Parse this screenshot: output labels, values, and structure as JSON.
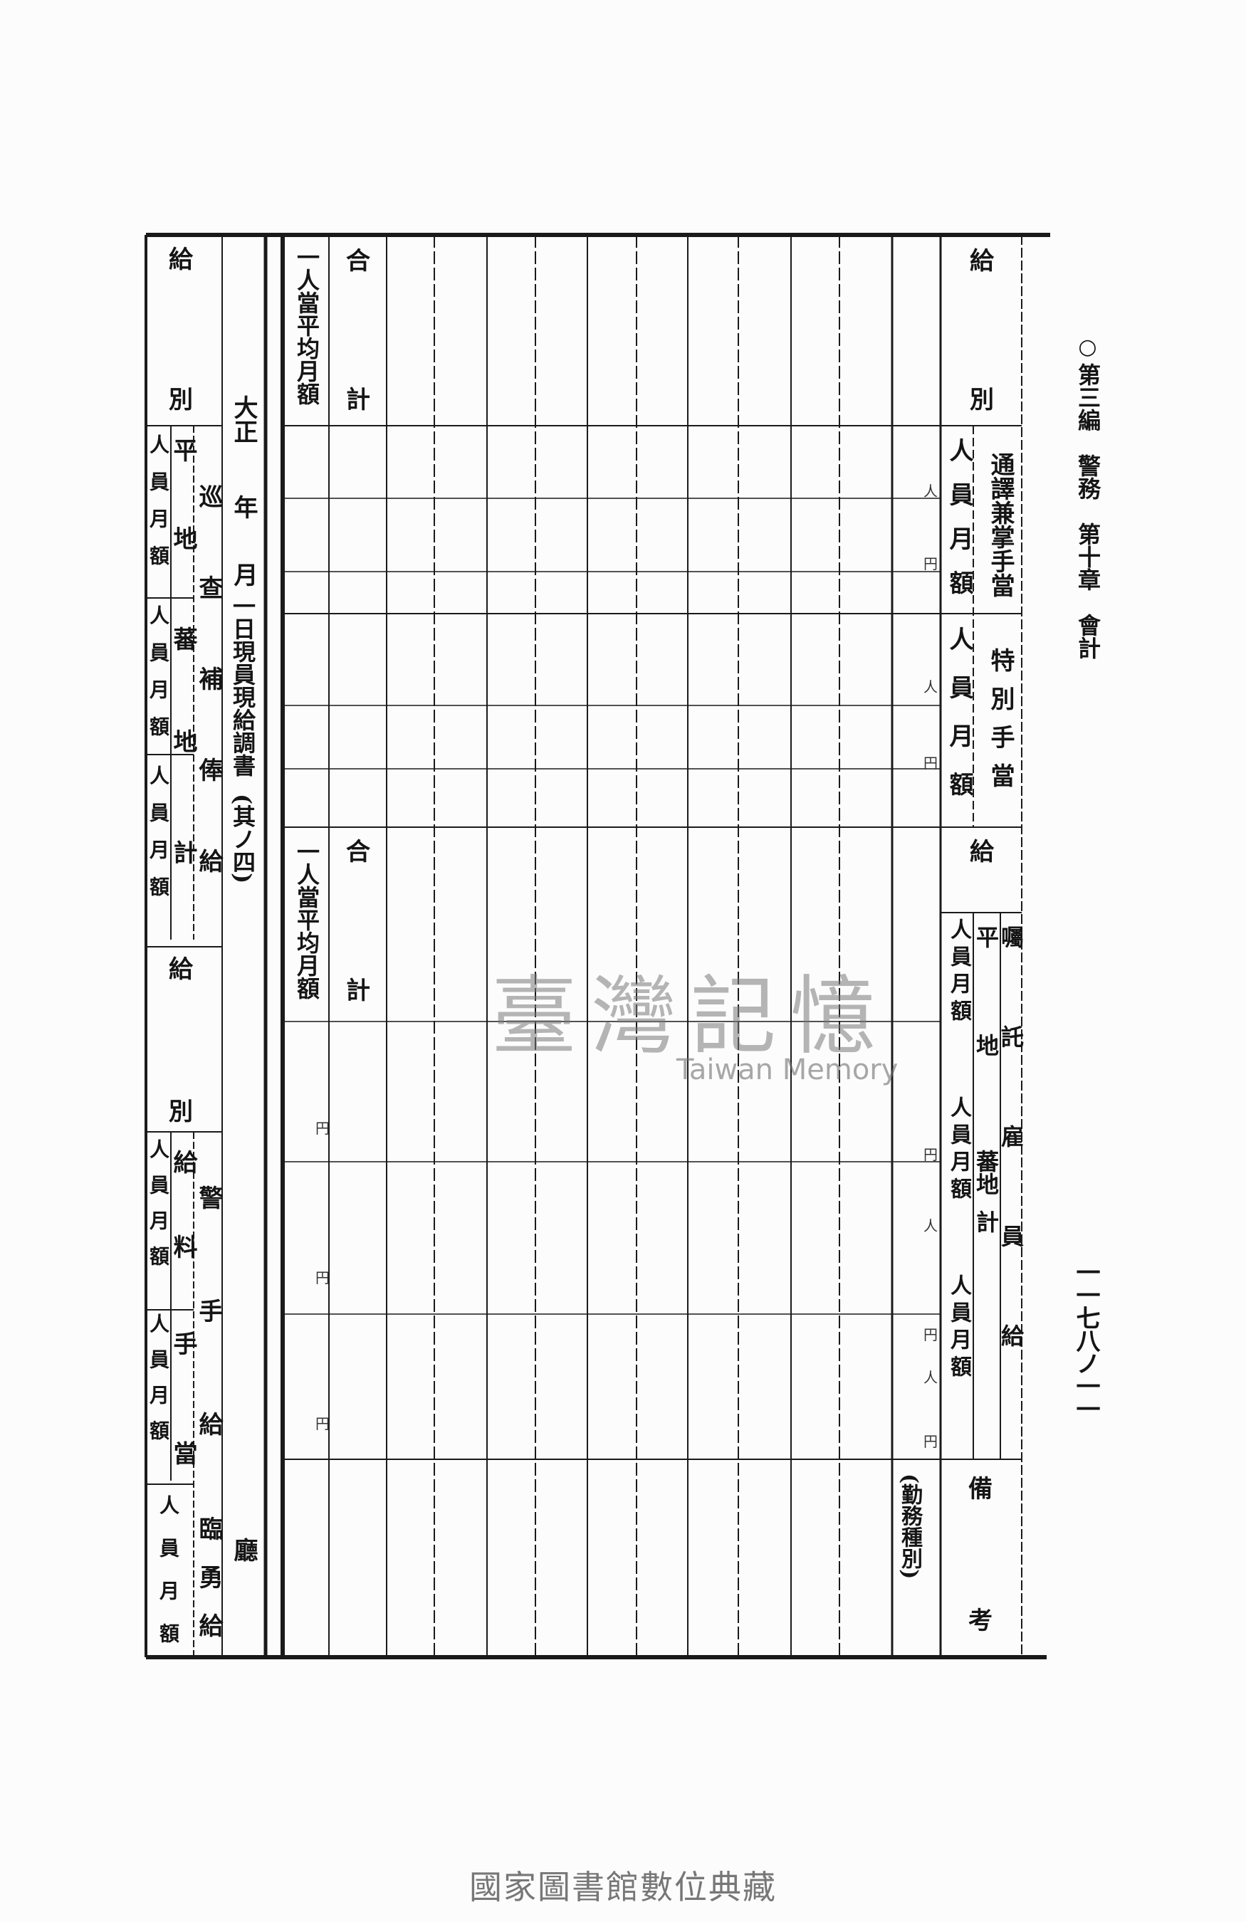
{
  "header": {
    "mark": "○",
    "chapter": "第三編　警務　第十章　會計",
    "page_number": "一一七八ノ一一"
  },
  "left_block": {
    "title": {
      "era": "大正",
      "year": "年",
      "month": "月",
      "date_text": "一日現員現給調書",
      "part": "(其ノ四)",
      "office": "廳"
    },
    "section1": {
      "kyu": "給",
      "betsu": "別",
      "category": "巡查補俸給",
      "rows": [
        "平地",
        "蕃地",
        "計"
      ],
      "cell": "人員月額"
    },
    "section2": {
      "kyu": "給",
      "betsu": "別",
      "category": "警手給",
      "rows": [
        "給料",
        "手當"
      ],
      "cell": "人員月額",
      "extra_category": "臨勇給",
      "extra_cell": "人員月額"
    }
  },
  "main_table": {
    "top": {
      "avg_label": "一人當平均月額",
      "total_a": "合",
      "total_b": "計",
      "kyu": "給",
      "betsu": "別",
      "col1": {
        "label": "通譯兼掌手當",
        "cell": "人員月額"
      },
      "col2": {
        "label": "特別手當",
        "cell": "人員月額"
      }
    },
    "bottom": {
      "avg_label": "一人當平均月額",
      "total_a": "合",
      "total_b": "計",
      "kyu": "給",
      "category": "囑託雇員給",
      "rows": [
        "平地",
        "蕃地",
        "計"
      ],
      "cell": "人員月額",
      "remarks_a": "備",
      "remarks_b": "考",
      "duty_type": "(勤務種別)"
    },
    "unit_person": "人",
    "unit_yen": "円"
  },
  "watermark": {
    "cn": "臺灣記憶",
    "en": "Taiwan Memory"
  },
  "footer": "國家圖書館數位典藏"
}
